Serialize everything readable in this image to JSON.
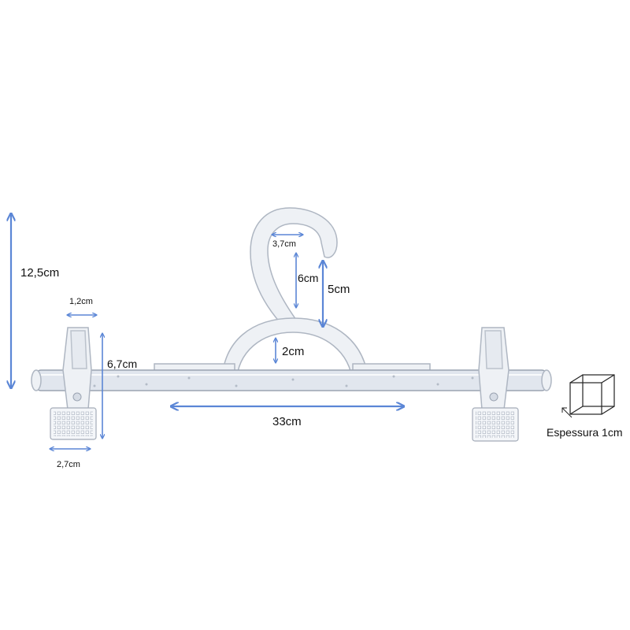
{
  "diagram": {
    "product": "clip trouser hanger",
    "colors": {
      "dimension_arrow": "#5b86d6",
      "plastic_fill": "#eef1f5",
      "plastic_edge": "#aeb6c2",
      "label_text": "#111111"
    },
    "dimensions": {
      "total_height": "12,5cm",
      "clip_height": "6,7cm",
      "clip_top_width": "1,2cm",
      "clip_bottom_width": "2,7cm",
      "bar_length": "33cm",
      "hook_opening": "3,7cm",
      "hook_inner_height": "6cm",
      "hook_outer_height": "5cm",
      "arch_height": "2cm"
    },
    "thickness_note": {
      "label": "Espessura 1cm",
      "icon": "cube-icon"
    }
  }
}
